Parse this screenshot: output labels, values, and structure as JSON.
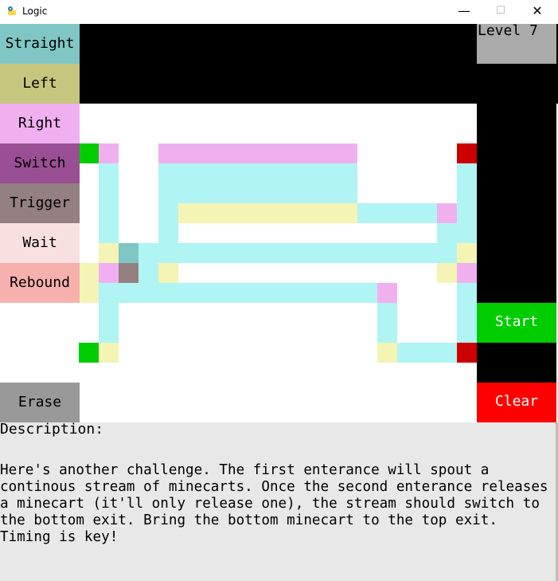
{
  "window": {
    "title": "Logic",
    "icon": "pygame-snake-icon",
    "controls": {
      "minimize": "—",
      "maximize": "☐",
      "close": "✕"
    }
  },
  "colors": {
    "straight": "#7fc6c4",
    "left": "#c6c67f",
    "right": "#f0b0f0",
    "switch": "#9a4e94",
    "trigger": "#948080",
    "wait": "#f8e0e0",
    "rebound": "#f6b0ae",
    "track": "#b0f4f4",
    "yellow_pad": "#f4f4b4",
    "pink_pad": "#f0b0f0",
    "entrance": "#00cc00",
    "exit": "#cc0000",
    "start": "#00cc00",
    "clear": "#ff0000",
    "erase": "#999999",
    "level_bg": "#aaaaaa"
  },
  "tools": [
    {
      "id": "straight",
      "label": "Straight"
    },
    {
      "id": "left",
      "label": "Left"
    },
    {
      "id": "right",
      "label": "Right"
    },
    {
      "id": "switch",
      "label": "Switch"
    },
    {
      "id": "trigger",
      "label": "Trigger"
    },
    {
      "id": "wait",
      "label": "Wait"
    },
    {
      "id": "rebound",
      "label": "Rebound"
    }
  ],
  "erase_label": "Erase",
  "level_label": "Level 7",
  "start_label": "Start",
  "clear_label": "Clear",
  "description": {
    "heading": "Description:",
    "text": "Here's another challenge. The first enterance will spout a continous stream of minecarts. Once the second enterance releases a minecart (it'll only release one), the stream should switch to the bottom exit. Bring the bottom minecart to the top exit. Timing is key!"
  }
}
